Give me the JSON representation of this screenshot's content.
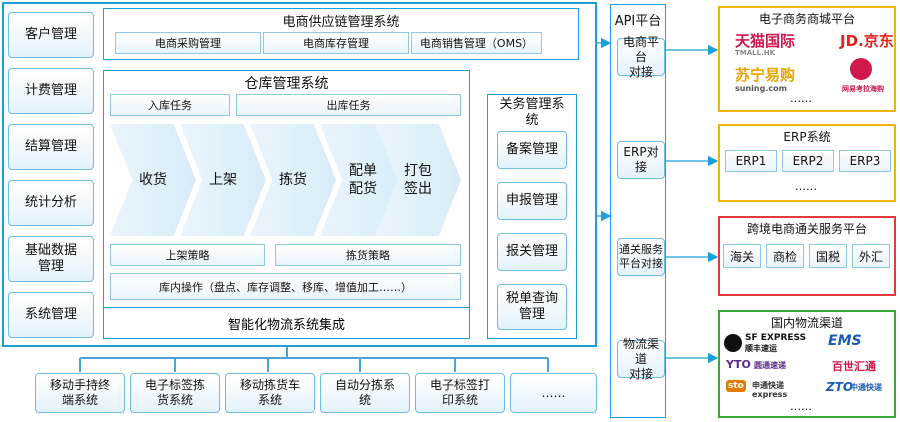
{
  "left_menu": [
    "客户管理",
    "计费管理",
    "结算管理",
    "统计分析",
    "基础数据\n管理",
    "系统管理"
  ],
  "scm": {
    "title": "电商供应链管理系统",
    "modules": [
      "电商采购管理",
      "电商库存管理",
      "电商销售管理（OMS）"
    ]
  },
  "wms": {
    "title": "仓库管理系统",
    "tasks": [
      "入库任务",
      "出库任务"
    ],
    "steps": [
      "收货",
      "上架",
      "拣货",
      "配单\n配货",
      "打包\n签出"
    ],
    "strategies": [
      "上架策略",
      "拣货策略"
    ],
    "ops": "库内操作（盘点、库存调整、移库、增值加工……）"
  },
  "integration": "智能化物流系统集成",
  "customs": {
    "title": "关务管理系\n统",
    "items": [
      "备案管理",
      "申报管理",
      "报关管理",
      "税单查询\n管理"
    ]
  },
  "bottom_systems": [
    "移动手持终\n端系统",
    "电子标签拣\n货系统",
    "移动拣货车\n系统",
    "自动分拣系\n统",
    "电子标签打\n印系统",
    "……"
  ],
  "api": {
    "title": "API平台",
    "items": [
      "电商平台\n对接",
      "ERP对接",
      "通关服务\n平台对接",
      "物流渠道\n对接"
    ]
  },
  "ecom": {
    "title": "电子商务商城平台",
    "logos": [
      "天猫国际",
      "TMALL.HK",
      "JD.京东",
      "苏宁易购",
      "suning.com",
      "网易考拉海购"
    ],
    "more": "……"
  },
  "erp": {
    "title": "ERP系统",
    "items": [
      "ERP1",
      "ERP2",
      "ERP3"
    ],
    "more": "……"
  },
  "customs_platform": {
    "title": "跨境电商通关服务平台",
    "items": [
      "海关",
      "商检",
      "国税",
      "外汇"
    ]
  },
  "logistics": {
    "title": "国内物流渠道",
    "logos": [
      "SF EXPRESS",
      "顺丰速运",
      "EMS",
      "YTO",
      "圆通速递",
      "百世汇通",
      "sto",
      "申通快递",
      "express",
      "ZTO",
      "中通快递"
    ],
    "more": "……"
  },
  "colors": {
    "frame": "#1aa0d8",
    "yellow": "#f0b400",
    "red": "#e33b3b",
    "green": "#39a935",
    "chevron": "#dceefa"
  }
}
